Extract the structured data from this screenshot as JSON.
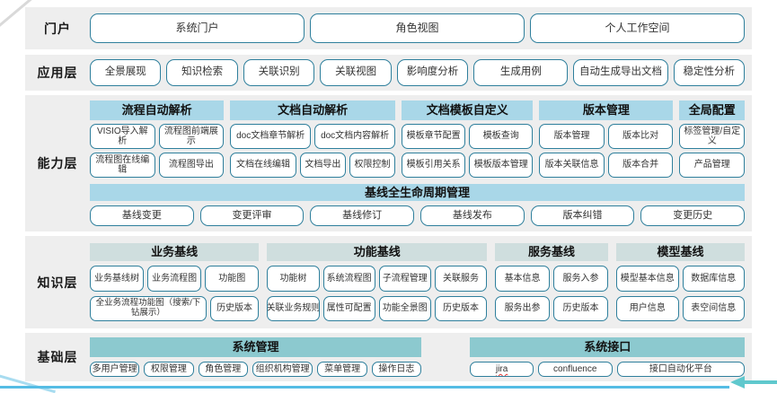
{
  "colors": {
    "band_bg": "#eeeeee",
    "button_border": "#2e7f9c",
    "capability_header_bg": "#a9d7e8",
    "knowledge_header_bg": "#cfdede",
    "base_header_bg": "#8cc9cf",
    "bottom_line": "#55bce4",
    "arrow": "#5fc8cd",
    "misspell_underline": "#e53935"
  },
  "portal": {
    "label": "门户",
    "items": [
      "系统门户",
      "角色视图",
      "个人工作空间"
    ]
  },
  "app_layer": {
    "label": "应用层",
    "items": [
      "全景展现",
      "知识检索",
      "关联识别",
      "关联视图",
      "影响度分析",
      "生成用例",
      "自动生成导出文档",
      "稳定性分析"
    ]
  },
  "capability_layer": {
    "label": "能力层",
    "groups": [
      {
        "header": "流程自动解析",
        "rows": [
          [
            "VISIO导入解析",
            "流程图前端展示"
          ],
          [
            "流程图在线编辑",
            "流程图导出"
          ]
        ]
      },
      {
        "header": "文档自动解析",
        "rows": [
          [
            "doc文档章节解析",
            "doc文档内容解析"
          ],
          [
            "文档在线编辑",
            "文档导出",
            "权限控制"
          ]
        ]
      },
      {
        "header": "文档模板自定义",
        "rows": [
          [
            "模板章节配置",
            "模板查询"
          ],
          [
            "模板引用关系",
            "模板版本管理"
          ]
        ]
      },
      {
        "header": "版本管理",
        "rows": [
          [
            "版本管理",
            "版本比对"
          ],
          [
            "版本关联信息",
            "版本合并"
          ]
        ]
      },
      {
        "header": "全局配置",
        "rows": [
          [
            "标签管理/自定义"
          ],
          [
            "产品管理"
          ]
        ]
      }
    ],
    "baseline": {
      "header": "基线全生命周期管理",
      "items": [
        "基线变更",
        "变更评审",
        "基线修订",
        "基线发布",
        "版本纠错",
        "变更历史"
      ]
    }
  },
  "knowledge_layer": {
    "label": "知识层",
    "groups": [
      {
        "header": "业务基线",
        "rows": [
          [
            "业务基线树",
            "业务流程图",
            "功能图"
          ],
          [
            "全业务流程功能图（搜索/下钻展示）",
            "历史版本"
          ]
        ]
      },
      {
        "header": "功能基线",
        "rows": [
          [
            "功能树",
            "系统流程图",
            "子流程管理",
            "关联服务"
          ],
          [
            "关联业务规则",
            "属性可配置",
            "功能全景图",
            "历史版本"
          ]
        ]
      },
      {
        "header": "服务基线",
        "rows": [
          [
            "基本信息",
            "服务入参"
          ],
          [
            "服务出参",
            "历史版本"
          ]
        ]
      },
      {
        "header": "模型基线",
        "rows": [
          [
            "模型基本信息",
            "数据库信息"
          ],
          [
            "用户信息",
            "表空间信息"
          ]
        ]
      }
    ]
  },
  "base_layer": {
    "label": "基础层",
    "groups": [
      {
        "header": "系统管理",
        "items": [
          "多用户管理",
          "权限管理",
          "角色管理",
          "组织机构管理",
          "菜单管理",
          "操作日志"
        ]
      },
      {
        "header": "系统接口",
        "items": [
          "jira",
          "confluence",
          "接口自动化平台"
        ]
      }
    ]
  }
}
